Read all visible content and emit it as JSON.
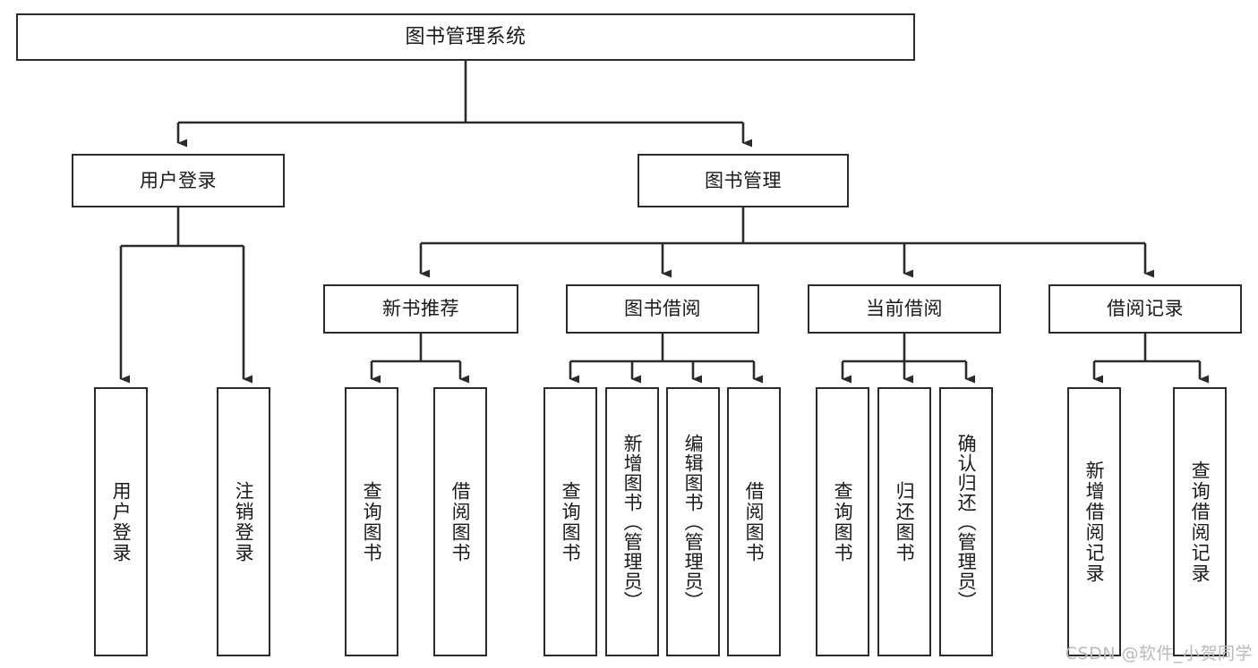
{
  "diagram": {
    "title": "图书管理系统",
    "type": "tree",
    "watermark": "CSDN @软件_小贺同学",
    "colors": {
      "stroke": "#2b2b2b",
      "fill": "#ffffff",
      "text": "#1a1a1a",
      "watermark": "#b9b9b9"
    },
    "nodes": {
      "root": {
        "label": "图书管理系统"
      },
      "level2": [
        {
          "id": "user-login",
          "label": "用户登录"
        },
        {
          "id": "book-management",
          "label": "图书管理"
        }
      ],
      "level3": [
        {
          "id": "new-book-recommend",
          "label": "新书推荐"
        },
        {
          "id": "book-borrow",
          "label": "图书借阅"
        },
        {
          "id": "current-borrow",
          "label": "当前借阅"
        },
        {
          "id": "borrow-record",
          "label": "借阅记录"
        }
      ],
      "leaves": {
        "user_login": [
          {
            "id": "leaf-user-login",
            "label": "用户登录"
          },
          {
            "id": "leaf-logout-login",
            "label": "注销登录"
          }
        ],
        "new_book_recommend": [
          {
            "id": "leaf-query-book-1",
            "label": "查询图书"
          },
          {
            "id": "leaf-borrow-book-1",
            "label": "借阅图书"
          }
        ],
        "book_borrow": [
          {
            "id": "leaf-query-book-2",
            "label": "查询图书"
          },
          {
            "id": "leaf-add-book",
            "label": "新增图书（管理员）"
          },
          {
            "id": "leaf-edit-book",
            "label": "编辑图书（管理员）"
          },
          {
            "id": "leaf-borrow-book-2",
            "label": "借阅图书"
          }
        ],
        "current_borrow": [
          {
            "id": "leaf-query-book-3",
            "label": "查询图书"
          },
          {
            "id": "leaf-return-book",
            "label": "归还图书"
          },
          {
            "id": "leaf-confirm-return",
            "label": "确认归还（管理员）"
          }
        ],
        "borrow_record": [
          {
            "id": "leaf-add-borrow-record",
            "label": "新增借阅记录"
          },
          {
            "id": "leaf-query-borrow-record",
            "label": "查询借阅记录"
          }
        ]
      }
    }
  }
}
